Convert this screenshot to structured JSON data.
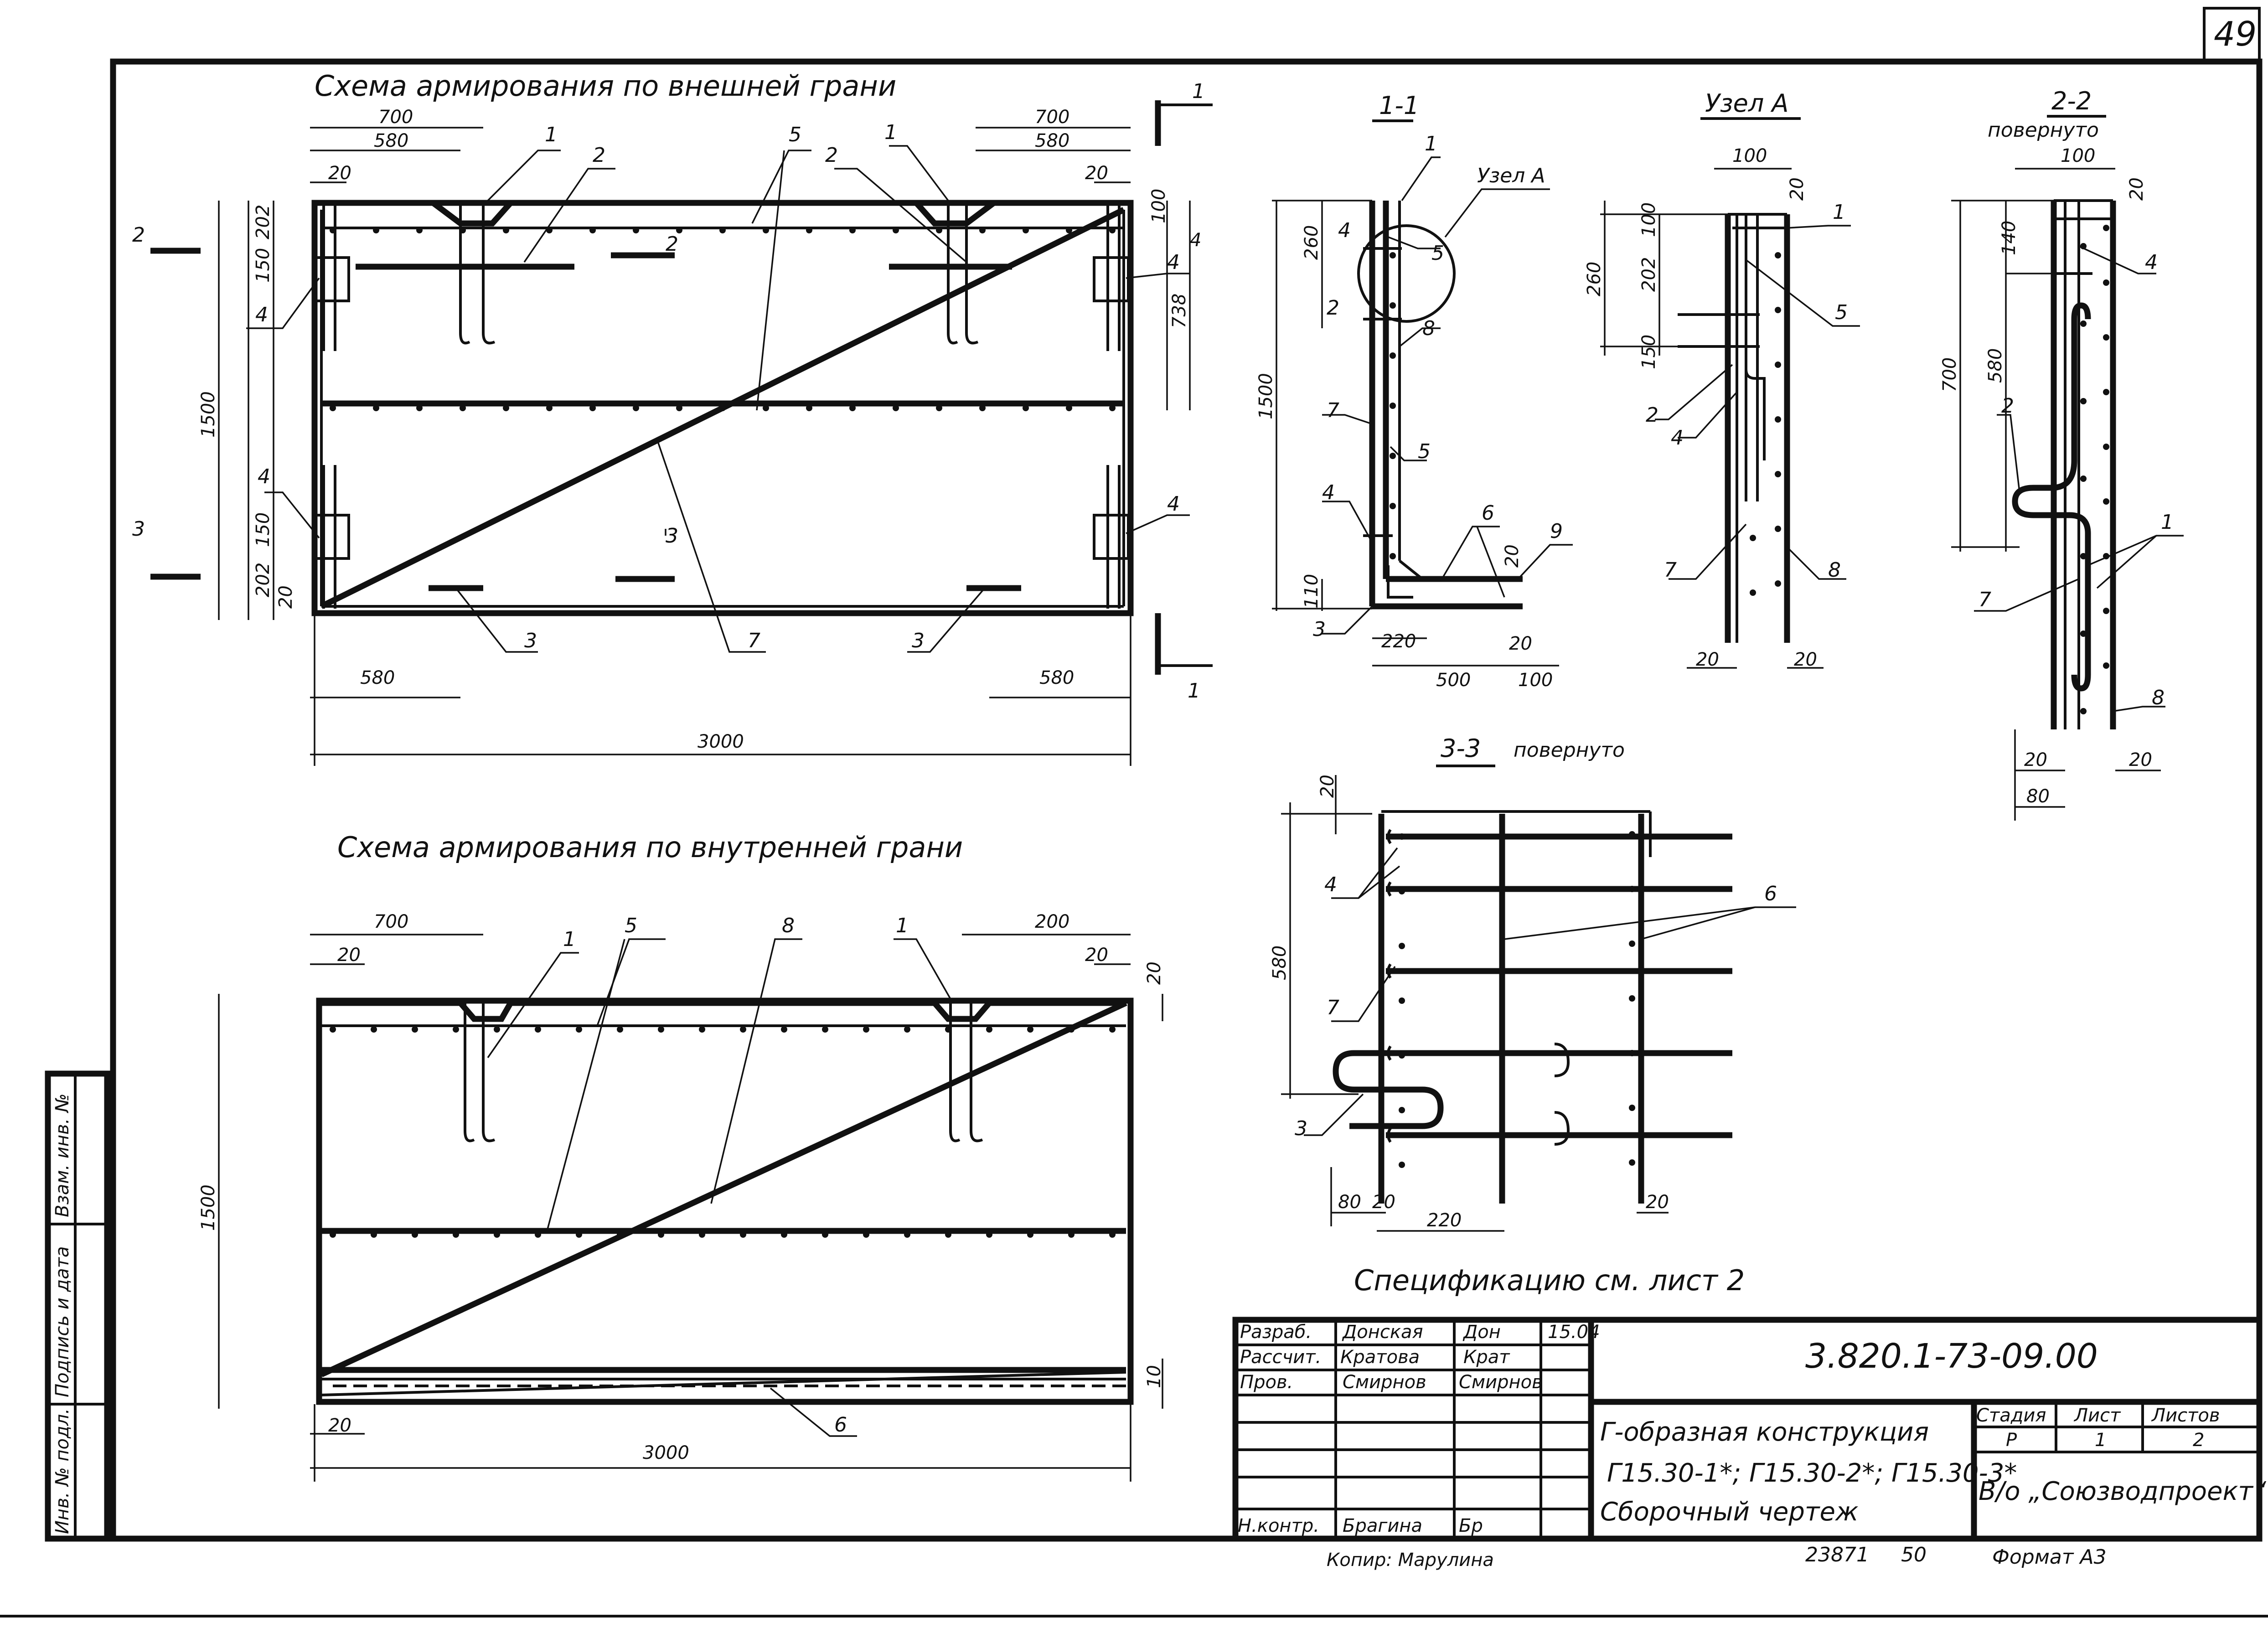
{
  "sheet": {
    "page_number": "49",
    "format": "Формат А3",
    "archive_no": "23871",
    "archive_sub": "50",
    "copied_by": "Копир: Марулина"
  },
  "views": {
    "outer_title": "Схема армирования по внешней грани",
    "inner_title": "Схема армирования по внутренней грани",
    "section_1": "1-1",
    "node_a": "Узел А",
    "node_a_ref": "Узел А",
    "section_2": "2-2",
    "section_2_note": "повернуто",
    "section_3": "3-3",
    "section_3_note": "повернуто",
    "spec_note": "Спецификацию см. лист 2"
  },
  "cut_marks": {
    "m1": "1",
    "m2": "2",
    "m3": "3"
  },
  "positions": [
    "1",
    "2",
    "3",
    "4",
    "5",
    "6",
    "7",
    "8",
    "9"
  ],
  "dims": {
    "d700": "700",
    "d580": "580",
    "d20": "20",
    "d202": "202",
    "d150": "150",
    "d1500": "1500",
    "d3000": "3000",
    "d100": "100",
    "d4": "4",
    "d738": "738",
    "d200": "200",
    "d10": "10",
    "d260": "260",
    "d110": "110",
    "d220": "220",
    "d500": "500",
    "d140": "140",
    "d80": "80"
  },
  "title_block": {
    "doc_code": "3.820.1-73-09.00",
    "roles": [
      "Разраб.",
      "Рассчит.",
      "Пров.",
      "",
      "",
      "Н.контр."
    ],
    "names": [
      "Донская",
      "Кратова",
      "Смирнов",
      "",
      "",
      "Брагина"
    ],
    "date": "15.04",
    "signature_1": "Дон",
    "signature_2": "Крат",
    "signature_3": "Смирнов",
    "signature_6": "Бр",
    "title_line1": "Г-образная конструкция",
    "title_line2": "Г15.30-1*; Г15.30-2*; Г15.30-3*",
    "title_line3": "Сборочный чертеж",
    "stage_label": "Стадия",
    "sheet_label": "Лист",
    "sheets_label": "Листов",
    "stage": "Р",
    "sheet": "1",
    "sheets": "2",
    "org": "В/о „Союзводпроект“"
  },
  "side_stamp": {
    "inv_orig": "Инв. № подл.",
    "sign_date": "Подпись и дата",
    "inv_swap": "Взам. инв. №"
  }
}
